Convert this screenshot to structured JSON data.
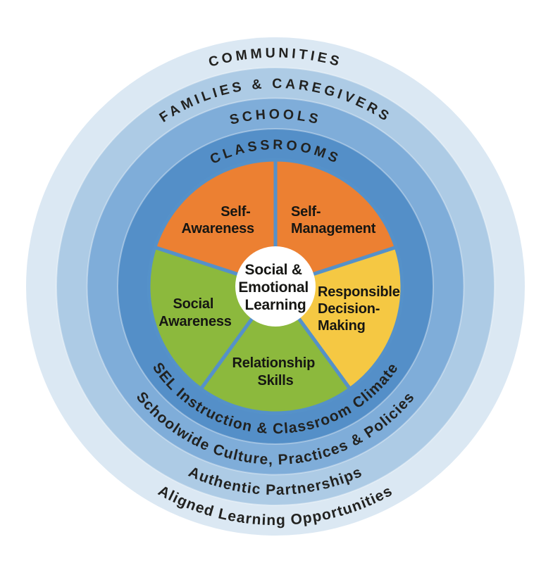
{
  "colors": {
    "background": "#ffffff",
    "ring_communities": "#dbe8f3",
    "ring_families": "#adcbe5",
    "ring_schools": "#7fadd9",
    "ring_classrooms": "#548fc8",
    "segment_divider": "#5591c9",
    "self_awareness": "#ec8032",
    "self_management": "#ec8032",
    "responsible_decision_making": "#f5c843",
    "relationship_skills": "#8cb93d",
    "social_awareness": "#8cb93d",
    "center_circle": "#ffffff",
    "label_text": "#222220"
  },
  "environments": [
    {
      "label": "COMMUNITIES",
      "practice": "Aligned Learning Opportunities"
    },
    {
      "label": "FAMILIES & CAREGIVERS",
      "practice": "Authentic Partnerships"
    },
    {
      "label": "SCHOOLS",
      "practice": "Schoolwide Culture, Practices & Policies"
    },
    {
      "label": "CLASSROOMS",
      "practice": "SEL Instruction & Classroom Climate"
    }
  ],
  "competencies": [
    {
      "name": "Self-Awareness",
      "label_lines": [
        "Self-",
        "Awareness"
      ]
    },
    {
      "name": "Self-Management",
      "label_lines": [
        "Self-",
        "Management"
      ]
    },
    {
      "name": "Responsible Decision-Making",
      "label_lines": [
        "Responsible",
        "Decision-",
        "Making"
      ]
    },
    {
      "name": "Relationship Skills",
      "label_lines": [
        "Relationship",
        "Skills"
      ]
    },
    {
      "name": "Social Awareness",
      "label_lines": [
        "Social",
        "Awareness"
      ]
    }
  ],
  "center": {
    "lines": [
      "Social &",
      "Emotional",
      "Learning"
    ]
  }
}
